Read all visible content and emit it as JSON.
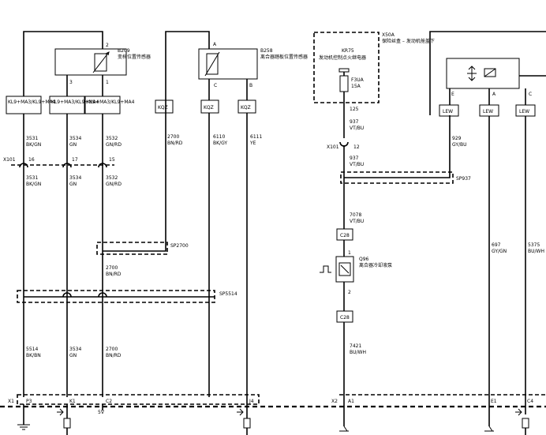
{
  "sensors": {
    "b209": {
      "id": "B209",
      "name": "变档位置传感器",
      "pin_top": "2",
      "pin_left": "3",
      "pin_right": "1"
    },
    "b258": {
      "id": "B258",
      "name": "离合器踏板位置传感器",
      "pin_a": "A",
      "pin_c": "C",
      "pin_b": "B"
    }
  },
  "modules": {
    "kl1": "KL9+MA3/KL9+MA4",
    "kl2": "KL9+MA3/KL9+MA4",
    "kl3": "KL9+MA3/KL9+MA4",
    "kqz1": "KQZ",
    "kqz2": "KQZ",
    "kqz3": "KQZ",
    "lew1": "LEW",
    "lew2": "LEW",
    "lew3": "LEW"
  },
  "wires": {
    "w3531a": {
      "num": "3531",
      "color": "BK/GN"
    },
    "w3534a": {
      "num": "3534",
      "color": "GN"
    },
    "w3532a": {
      "num": "3532",
      "color": "GN/RD"
    },
    "w3531b": {
      "num": "3531",
      "color": "BK/GN"
    },
    "w3534b": {
      "num": "3534",
      "color": "GN"
    },
    "w3532b": {
      "num": "3532",
      "color": "GN/RD"
    },
    "w2700a": {
      "num": "2700",
      "color": "BN/RD"
    },
    "w6110": {
      "num": "6110",
      "color": "BK/GY"
    },
    "w6111": {
      "num": "6111",
      "color": "YE"
    },
    "w2700b": {
      "num": "2700",
      "color": "BN/RD"
    },
    "w5514": {
      "num": "5514",
      "color": "BK/BN"
    },
    "w3534c": {
      "num": "3534",
      "color": "GN"
    },
    "w2700c": {
      "num": "2700",
      "color": "BN/RD"
    },
    "w937a": {
      "num": "937",
      "color": "VT/BU"
    },
    "w937b": {
      "num": "937",
      "color": "VT/BU"
    },
    "w7078": {
      "num": "7078",
      "color": "VT/BU"
    },
    "w7421": {
      "num": "7421",
      "color": "BU/WH"
    },
    "w929": {
      "num": "929",
      "color": "GY/BU"
    },
    "w697": {
      "num": "697",
      "color": "GY/GN"
    },
    "w5375": {
      "num": "5375",
      "color": "BU/WH"
    }
  },
  "connectors": {
    "x101_left": {
      "id": "X101",
      "p1": "16",
      "p2": "17",
      "p3": "15"
    },
    "x101_right": {
      "id": "X101",
      "pin": "12"
    },
    "x1": {
      "id": "X1",
      "p1": "P3",
      "p2": "K1",
      "p3": "C2",
      "p4": "J4"
    },
    "x2": {
      "id": "X2",
      "p1": "A1",
      "p2": "E1",
      "p3": "C4"
    },
    "c28a": "C28",
    "c28b": "C28"
  },
  "splices": {
    "sp2700": "SP2700",
    "sp5514": "SP5514",
    "sp937": "SP937"
  },
  "fuse": {
    "block_id": "X50A",
    "block_name": "保险丝盒 – 发动机舱盖下",
    "relay_id": "KR75",
    "relay_name": "发动机控制点火继电器",
    "fuse_id": "F3UA",
    "amps": "15A",
    "wire": "125"
  },
  "pump": {
    "id": "Q96",
    "name": "离合器冷却液泵",
    "pin1": "1",
    "pin2": "2"
  },
  "right_connector": {
    "pin_e": "E",
    "pin_a": "A",
    "pin_c": "C"
  },
  "labels": {
    "v5": "5V"
  }
}
